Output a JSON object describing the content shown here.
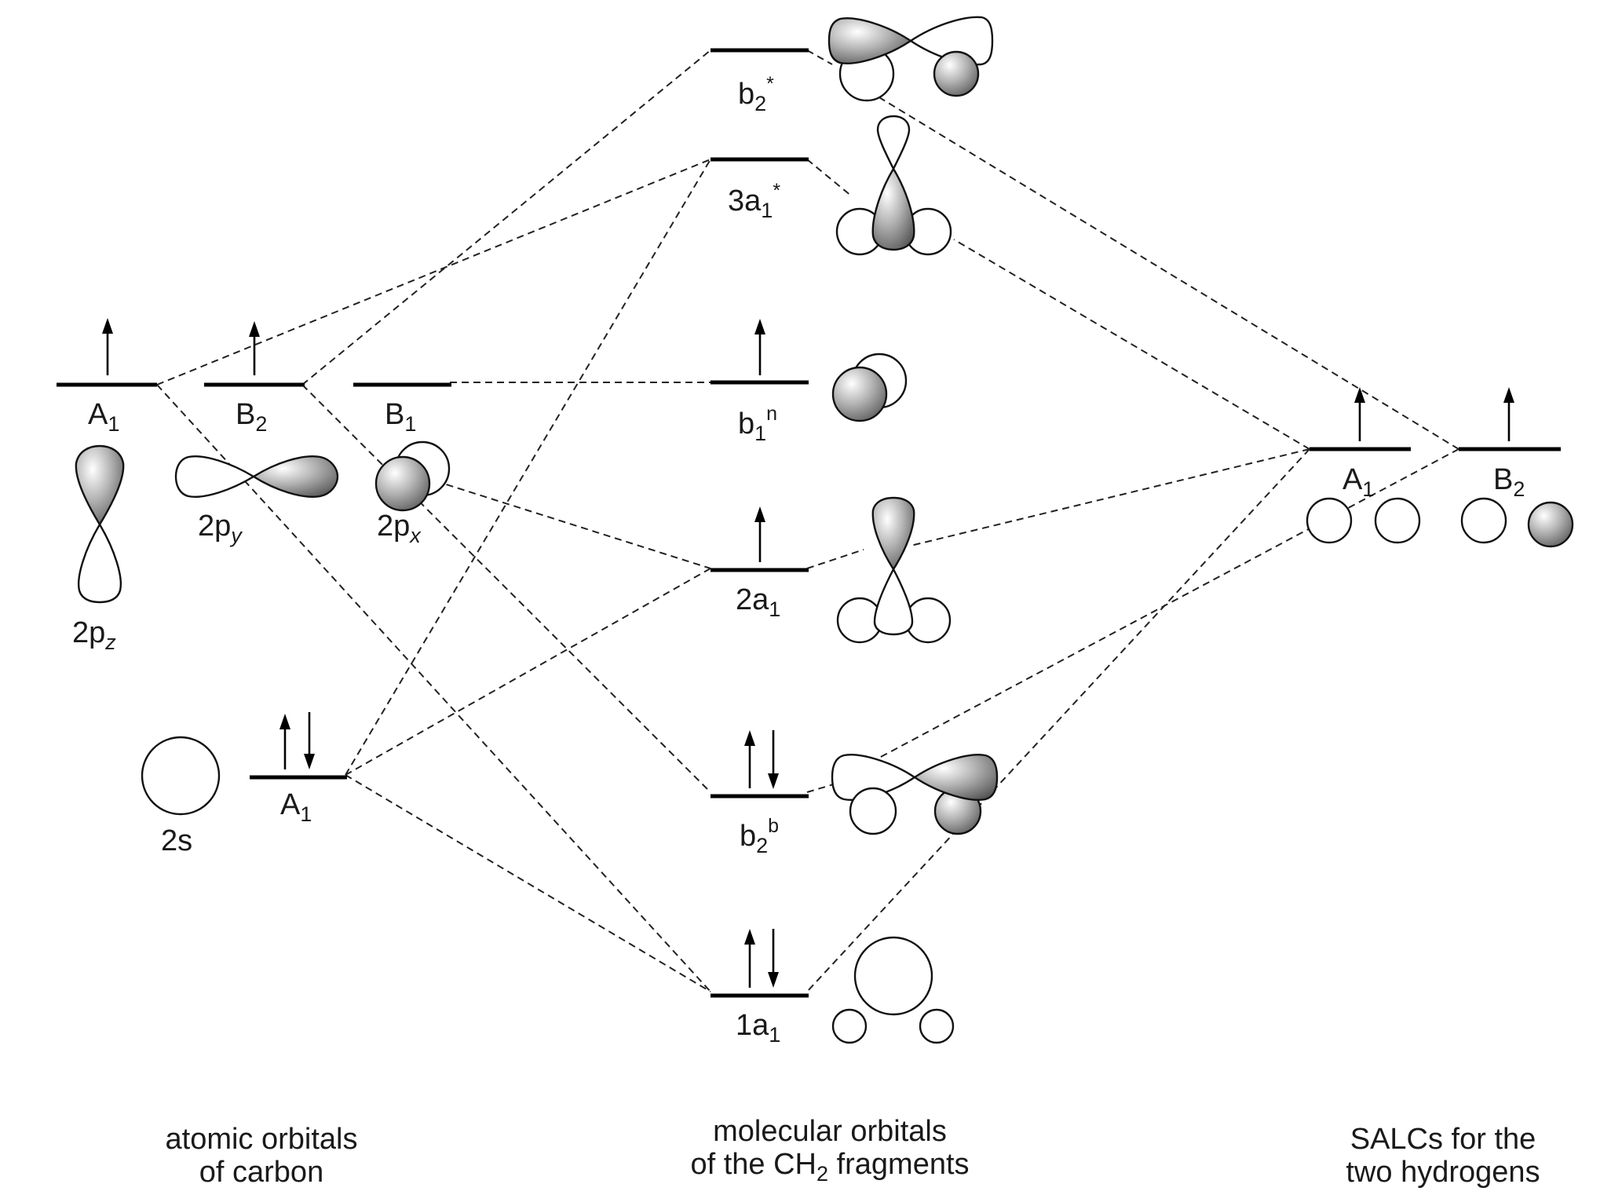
{
  "atomic_carbon": {
    "levels": {
      "A1_top": {
        "main": "A",
        "sub": "1"
      },
      "B2": {
        "main": "B",
        "sub": "2"
      },
      "B1": {
        "main": "B",
        "sub": "1"
      },
      "A1_bottom": {
        "main": "A",
        "sub": "1"
      }
    },
    "orbitals": {
      "p_z": {
        "main": "2p",
        "sub": "z"
      },
      "p_y": {
        "main": "2p",
        "sub": "y"
      },
      "p_x": {
        "main": "2p",
        "sub": "x"
      },
      "s": "2s"
    },
    "caption": {
      "line1": "atomic orbitals",
      "line2": "of carbon"
    }
  },
  "ch2_fragment": {
    "levels": {
      "b2_star": {
        "main": "b",
        "sub": "2",
        "sup": "*"
      },
      "a1_3_star": {
        "main": "3a",
        "sub": "1",
        "sup": "*"
      },
      "b1_n": {
        "main": "b",
        "sub": "1",
        "sup": "n"
      },
      "a1_2": {
        "main": "2a",
        "sub": "1",
        "sup": ""
      },
      "b2_b": {
        "main": "b",
        "sub": "2",
        "sup": "b"
      },
      "a1_1": {
        "main": "1a",
        "sub": "1",
        "sup": ""
      }
    },
    "caption": {
      "line1": "molecular orbitals",
      "line2_pre": "of the CH",
      "line2_sub": "2",
      "line2_post": " fragments"
    }
  },
  "salc_hydrogens": {
    "levels": {
      "A1": {
        "main": "A",
        "sub": "1"
      },
      "B2": {
        "main": "B",
        "sub": "2"
      }
    },
    "caption": {
      "line1": "SALCs for the",
      "line2": "two hydrogens"
    }
  },
  "colors": {
    "filled_lobe_light": "#ffffff",
    "filled_lobe_dark": "#505050",
    "line": "#000000"
  }
}
